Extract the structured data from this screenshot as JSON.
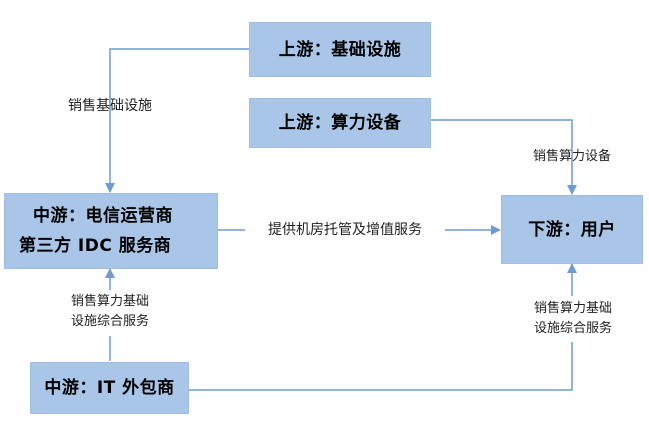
{
  "nodes": {
    "upstream_infra": "上游：基础设施",
    "upstream_compute": "上游：算力设备",
    "midstream_idc_line1": "中游：电信运营商",
    "midstream_idc_line2": "第三方 IDC 服务商",
    "midstream_it": "中游：IT 外包商",
    "downstream_user": "下游：用户"
  },
  "edges": {
    "infra_to_idc": "销售基础设施",
    "compute_to_user": "销售算力设备",
    "idc_to_user": "提供机房托管及增值服务",
    "it_to_idc_line1": "销售算力基础",
    "it_to_idc_line2": "设施综合服务",
    "it_to_user_line1": "销售算力基础",
    "it_to_user_line2": "设施综合服务"
  },
  "colors": {
    "box_fill": "#a9c6e8",
    "line": "#6f9bd1"
  }
}
